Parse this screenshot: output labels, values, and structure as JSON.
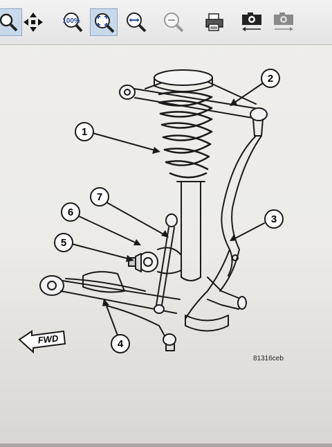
{
  "toolbar": {
    "buttons": [
      {
        "icon": "zoom-icon",
        "active": true
      },
      {
        "icon": "pan-icon",
        "active": false
      },
      {
        "icon": "zoom-100-icon",
        "label": "100%",
        "active": false
      },
      {
        "icon": "zoom-fit-icon",
        "active": true
      },
      {
        "icon": "zoom-width-icon",
        "active": false
      },
      {
        "icon": "zoom-out-icon",
        "active": false,
        "disabled": true
      },
      {
        "icon": "print-icon",
        "active": false
      },
      {
        "icon": "camera-back-icon",
        "active": false
      },
      {
        "icon": "camera-forward-icon",
        "active": false,
        "disabled": true
      }
    ]
  },
  "figure": {
    "callouts": [
      "1",
      "2",
      "3",
      "4",
      "5",
      "6",
      "7"
    ],
    "forward_label": "FWD",
    "figure_code": "81316ceb"
  },
  "colors": {
    "toolbar_active": "#c9d9ec",
    "ink": "#1a1a1a",
    "paper": "#efeeec"
  }
}
